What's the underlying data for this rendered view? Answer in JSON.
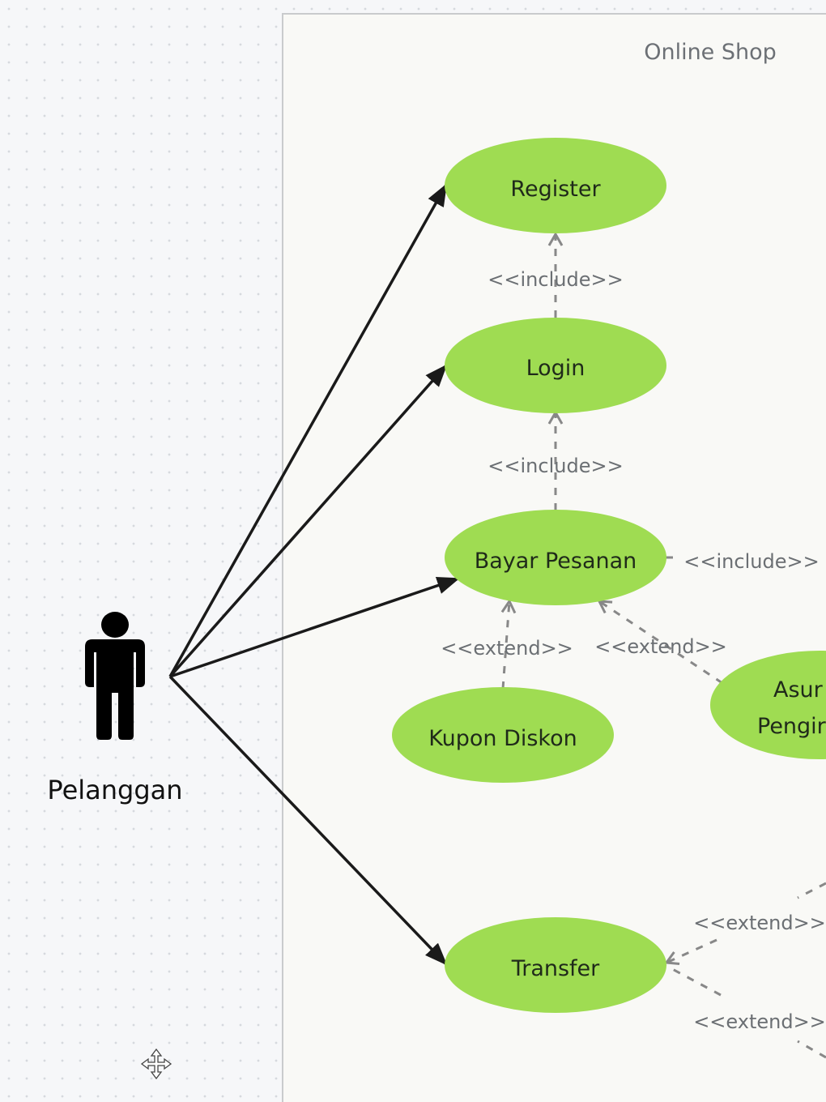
{
  "boundary": {
    "title": "Online Shop"
  },
  "actor": {
    "label": "Pelanggan"
  },
  "use_cases": {
    "register": "Register",
    "login": "Login",
    "bayar_pesanan": "Bayar Pesanan",
    "kupon_diskon": "Kupon Diskon",
    "asuransi_line1": "Asur",
    "asuransi_line2": "Pengir",
    "transfer": "Transfer"
  },
  "relations": {
    "login_register": "<<include>>",
    "bayar_login": "<<include>>",
    "bayar_right": "<<include>>",
    "kupon_bayar": "<<extend>>",
    "asuransi_bayar": "<<extend>>",
    "transfer_upper": "<<extend>>",
    "transfer_lower": "<<extend>>"
  },
  "colors": {
    "use_case_fill": "#9fdc52",
    "association": "#1a1a1a",
    "dependency": "#888888"
  },
  "icons": {
    "cursor": "move-cursor-icon"
  }
}
